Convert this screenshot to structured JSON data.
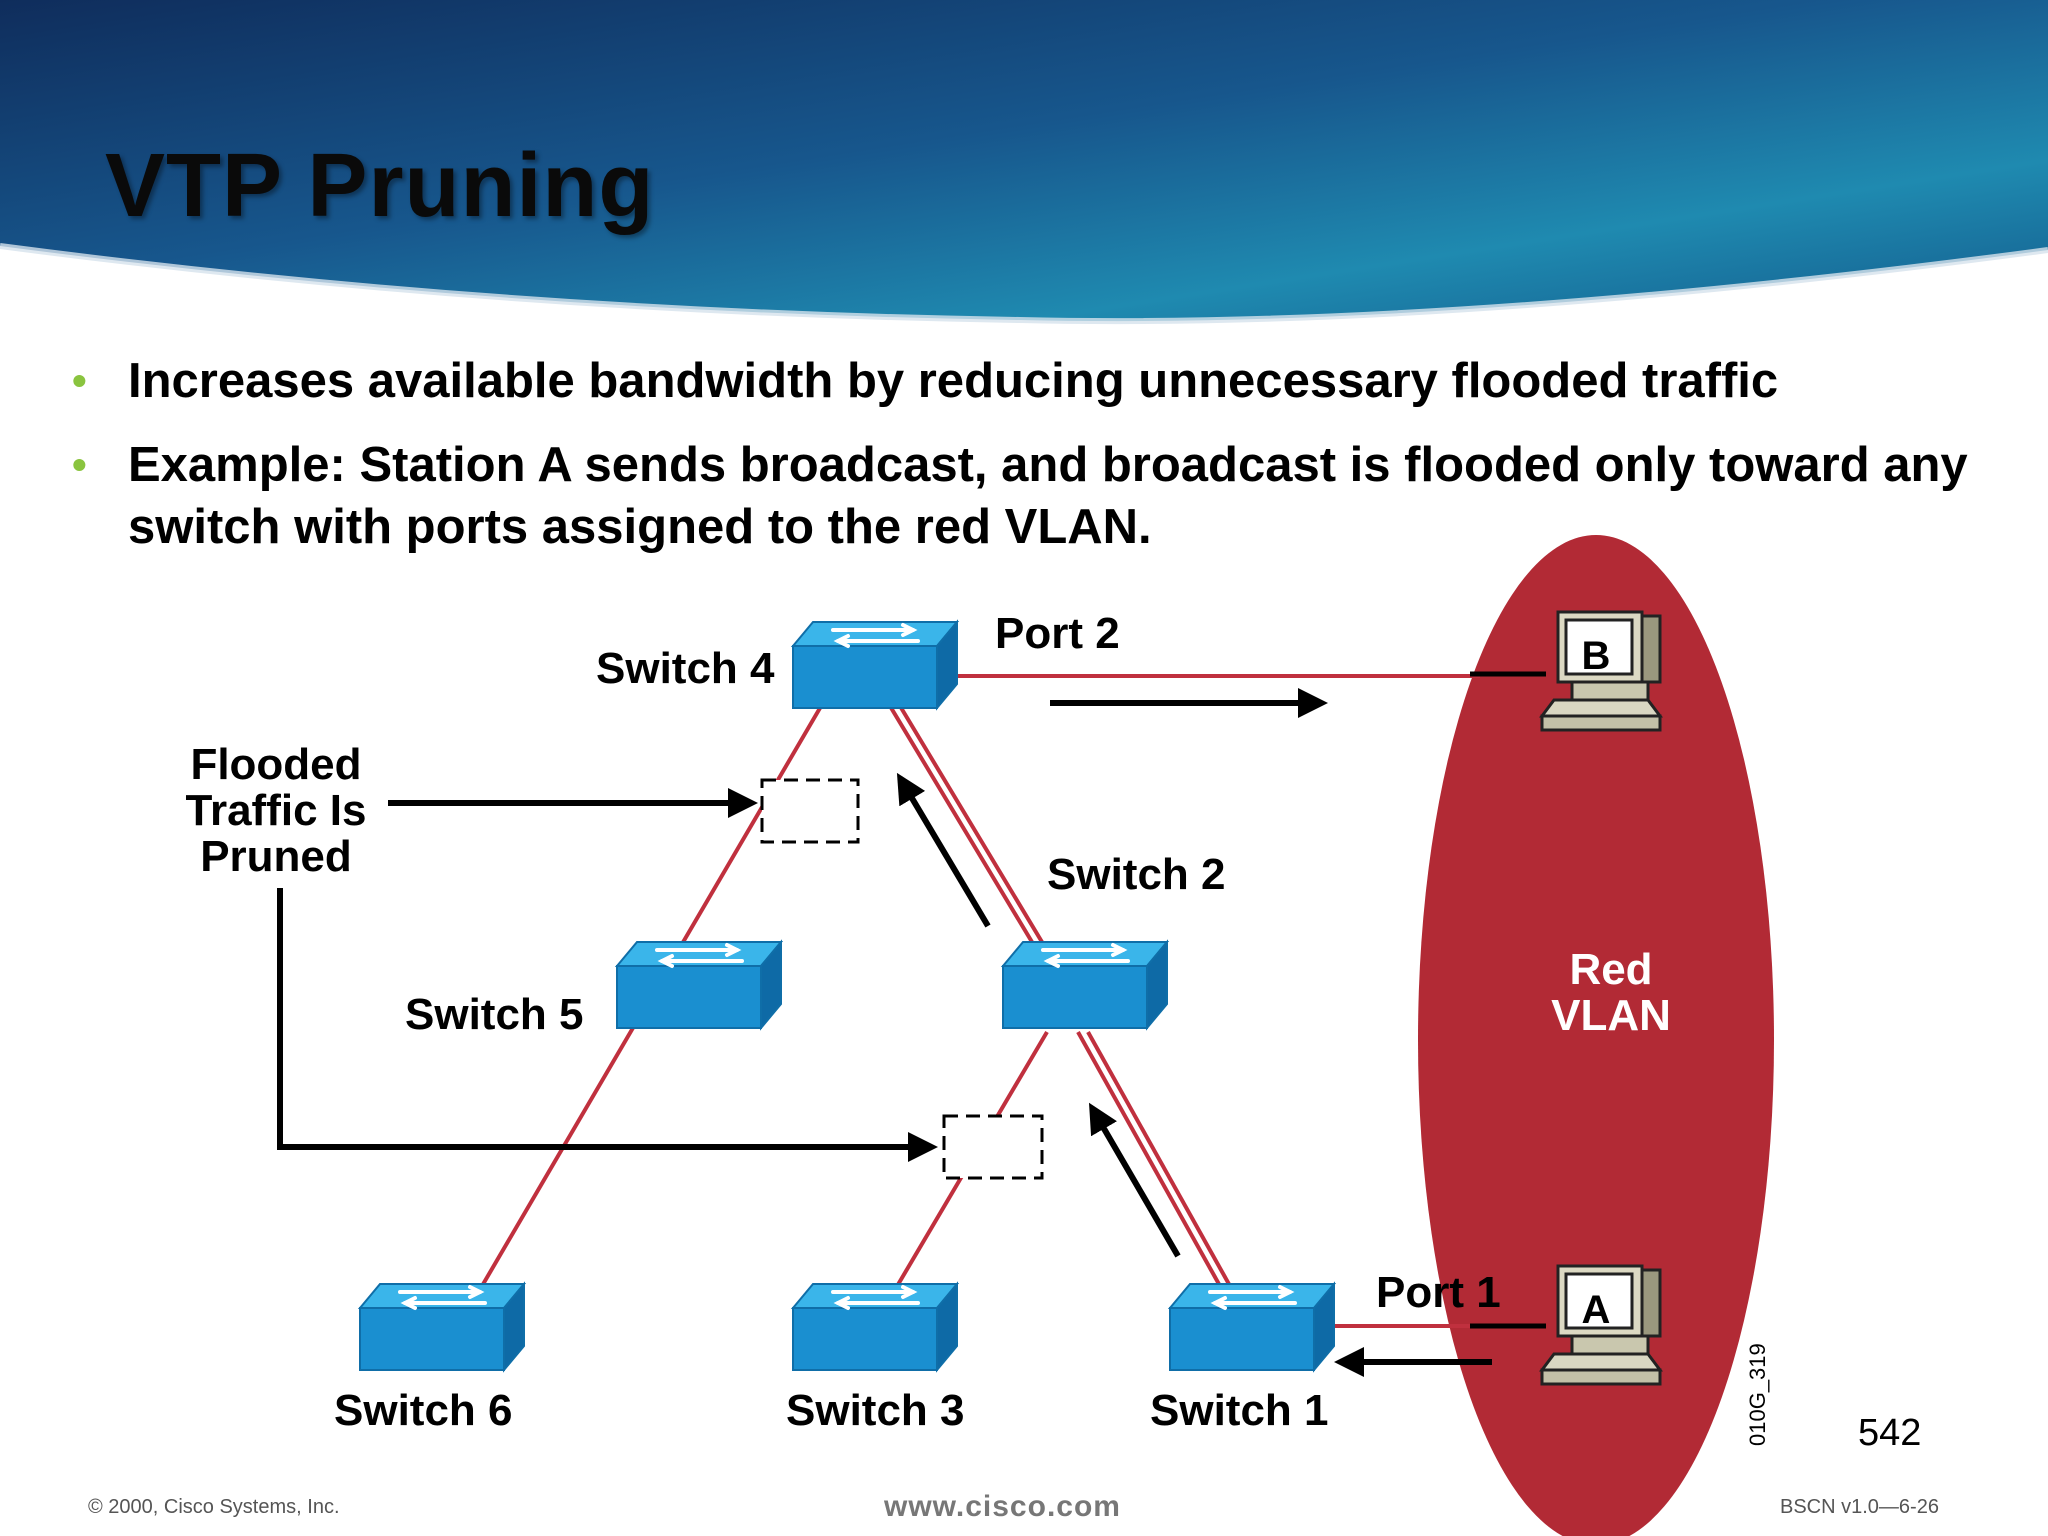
{
  "title": "VTP Pruning",
  "bullets": [
    "Increases available bandwidth by reducing unnecessary flooded traffic",
    "Example: Station A sends broadcast, and broadcast is flooded only toward any switch with ports assigned to the red VLAN."
  ],
  "diagram": {
    "switches": {
      "switch4": "Switch 4",
      "switch2": "Switch 2",
      "switch5": "Switch 5",
      "switch6": "Switch 6",
      "switch3": "Switch 3",
      "switch1": "Switch 1"
    },
    "ports": {
      "port2": "Port 2",
      "port1": "Port 1"
    },
    "pruned_label": [
      "Flooded",
      "Traffic Is",
      "Pruned"
    ],
    "vlan_label": [
      "Red",
      "VLAN"
    ],
    "stations": {
      "a": "A",
      "b": "B"
    },
    "figure_code": "010G_319",
    "colors": {
      "vlan": "#b22a35",
      "link": "#c0303e",
      "switch_top": "#3ab5ea",
      "switch_side": "#1a7fc0"
    }
  },
  "page_number": "542",
  "footer": {
    "copyright": "© 2000, Cisco Systems, Inc.",
    "website": "www.cisco.com",
    "course": "BSCN v1.0—6-26"
  }
}
